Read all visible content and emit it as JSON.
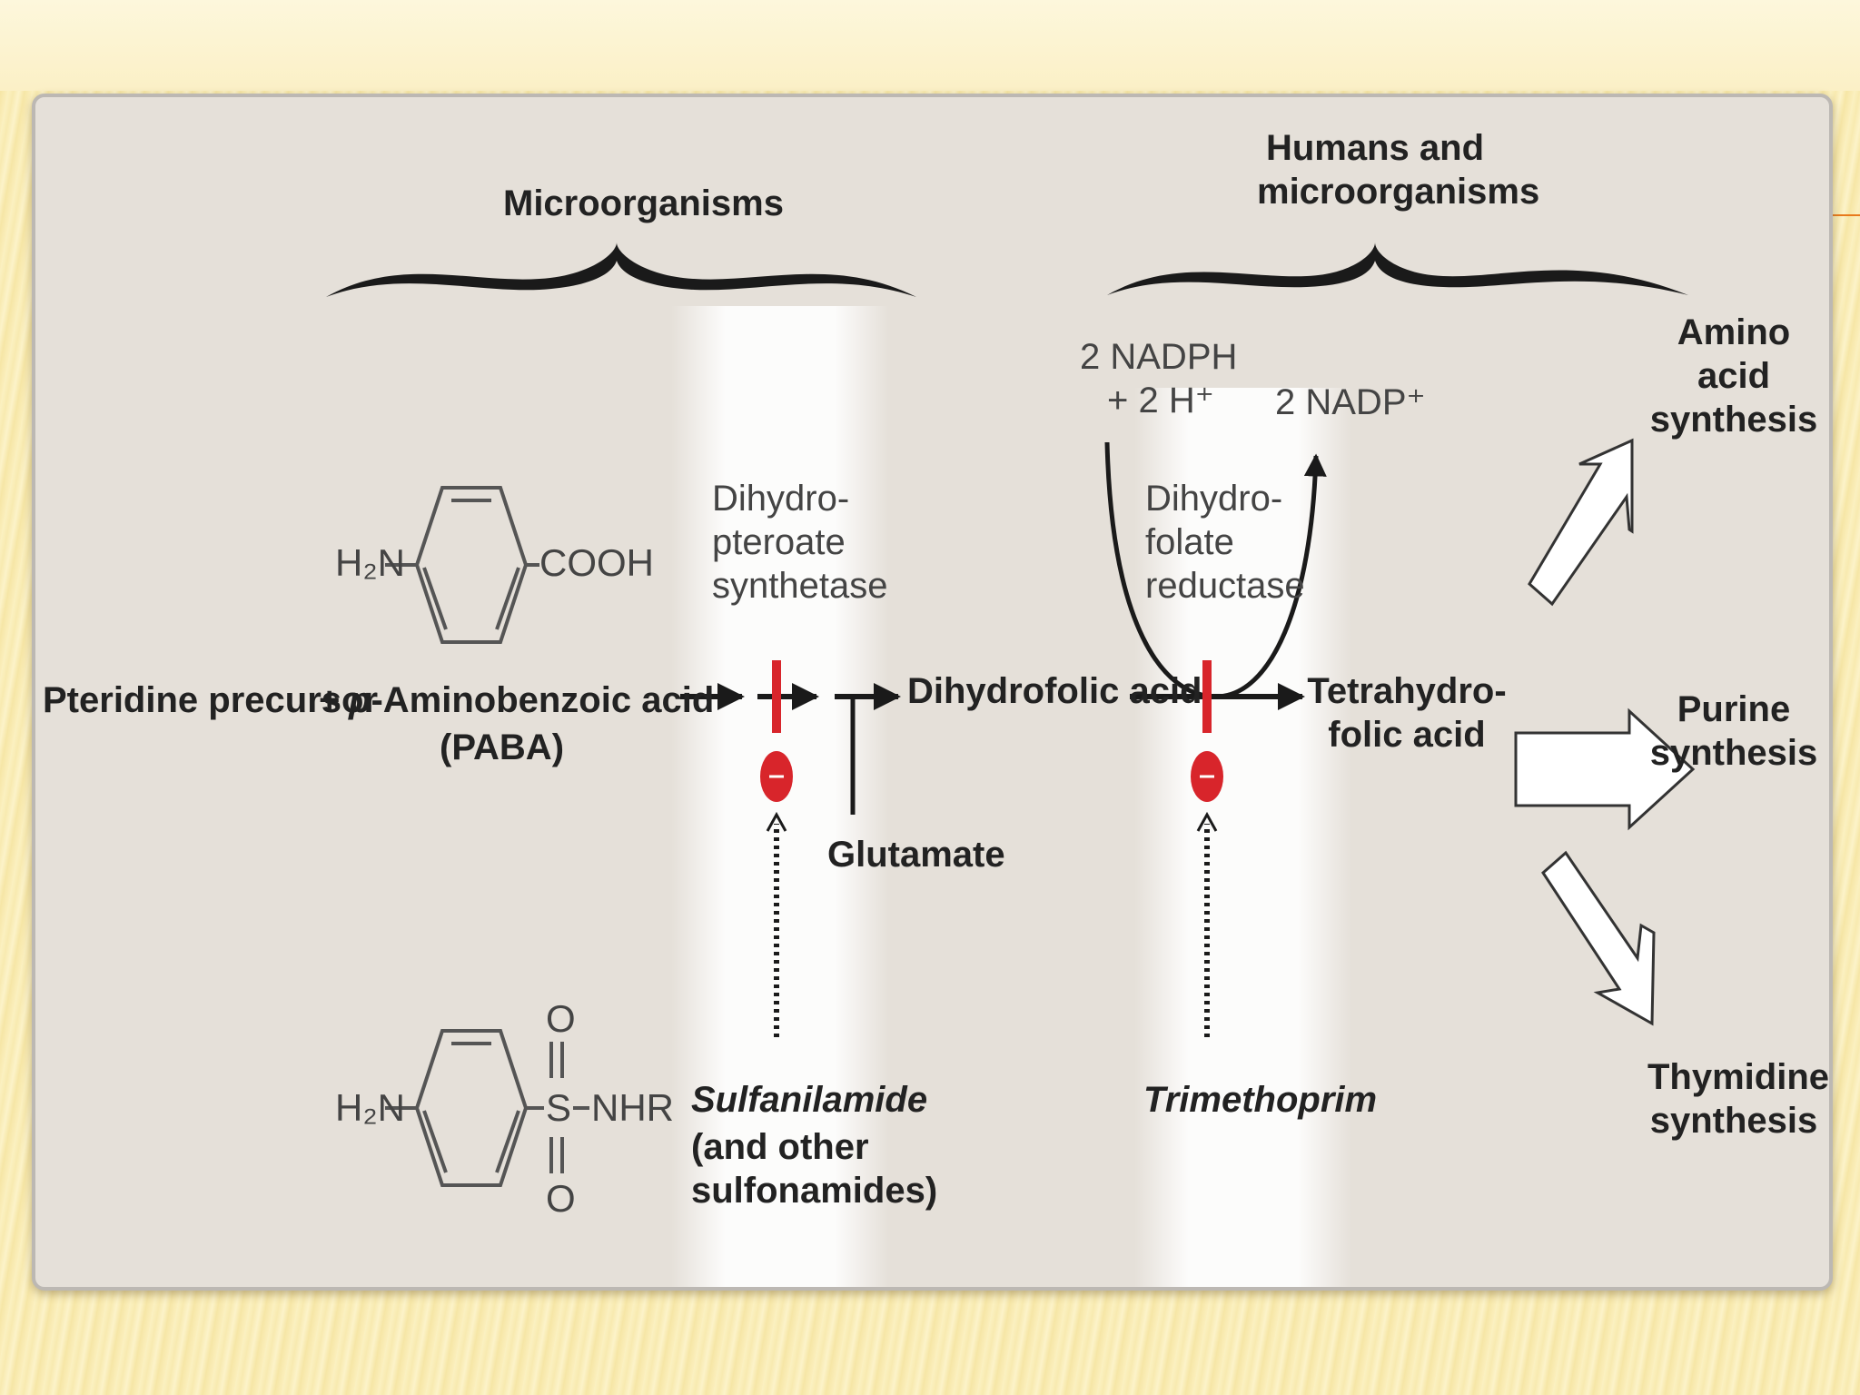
{
  "diagram": {
    "groups": {
      "microorganisms": "Microorganisms",
      "humans_and_microorganisms": [
        "Humans and",
        "microorganisms"
      ]
    },
    "reactants": {
      "pteridine": "Pteridine precursor",
      "plus": "+",
      "paba_prefix": "p",
      "paba_rest": "-Aminobenzoic acid",
      "paba_abbrev": "(PABA)"
    },
    "structures": {
      "paba": {
        "left_group": "H₂N",
        "right_group": "COOH"
      },
      "sulfanilamide": {
        "left_group": "H₂N",
        "sulfur": "S",
        "oxygen_top": "O",
        "oxygen_bottom": "O",
        "right_group": "NHR"
      }
    },
    "enzymes": {
      "dhps": [
        "Dihydro-",
        "pteroate",
        "synthetase"
      ],
      "dhfr": [
        "Dihydro-",
        "folate",
        "reductase"
      ]
    },
    "intermediates": {
      "dihydrofolic": "Dihydrofolic acid",
      "glutamate": "Glutamate",
      "tetrahydrofolic": [
        "Tetrahydro-",
        "folic acid"
      ]
    },
    "cofactors": {
      "nadph": [
        "2 NADPH",
        "+ 2 H⁺"
      ],
      "nadp": "2 NADP⁺"
    },
    "inhibitors": {
      "sulfanilamide_name": "Sulfanilamide",
      "sulfanilamide_note": [
        "(and other",
        "sulfonamides)"
      ],
      "trimethoprim": "Trimethoprim",
      "inhibit_symbol": "−"
    },
    "products": {
      "amino_acid": [
        "Amino acid",
        "synthesis"
      ],
      "purine": [
        "Purine",
        "synthesis"
      ],
      "thymidine": [
        "Thymidine",
        "synthesis"
      ]
    },
    "colors": {
      "inhibit_red": "#d8252b",
      "arrow_black": "#1a1a1a",
      "panel_bg": "#e5e0d9",
      "highlight": "#ffffff"
    }
  }
}
